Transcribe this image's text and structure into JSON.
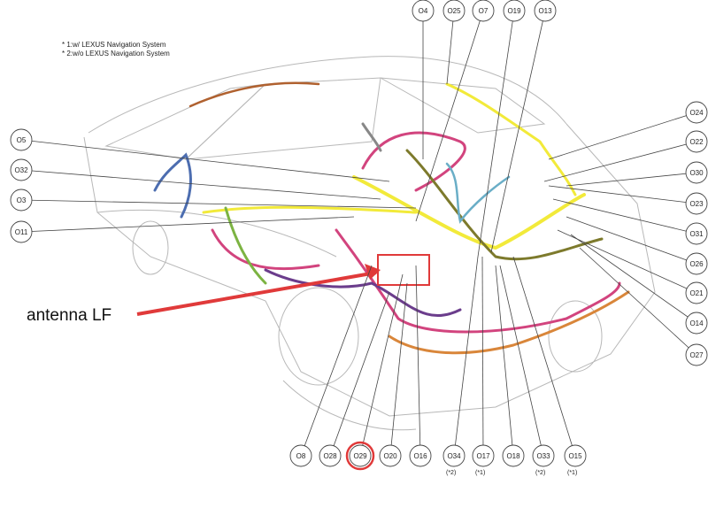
{
  "notes": {
    "line1": "* 1:w/ LEXUS Navigation System",
    "line2": "* 2:w/o LEXUS Navigation System"
  },
  "highlight_label": "antenna LF",
  "callouts_top": [
    "O4",
    "O25",
    "O7",
    "O19",
    "O13"
  ],
  "callouts_left": [
    "O5",
    "O32",
    "O3",
    "O11"
  ],
  "callouts_right": [
    "O24",
    "O22",
    "O30",
    "O23",
    "O31",
    "O26",
    "O21",
    "O14",
    "O27"
  ],
  "callouts_bottom": [
    {
      "id": "O8",
      "note": ""
    },
    {
      "id": "O28",
      "note": ""
    },
    {
      "id": "O29",
      "note": ""
    },
    {
      "id": "O20",
      "note": ""
    },
    {
      "id": "O16",
      "note": ""
    },
    {
      "id": "O34",
      "note": "(*2)"
    },
    {
      "id": "O17",
      "note": "(*1)"
    },
    {
      "id": "O18",
      "note": ""
    },
    {
      "id": "O33",
      "note": "(*2)"
    },
    {
      "id": "O15",
      "note": "(*1)"
    }
  ],
  "highlighted_callout": "O29",
  "colors": {
    "outline": "#444444",
    "body": "#b8b8b8",
    "highlight": "#e03a3a",
    "harness_yellow": "#f2ea3a",
    "harness_pink": "#d2447e",
    "harness_purple": "#6b3d8c",
    "harness_olive": "#7d7a2c",
    "harness_blue": "#4c6db0",
    "harness_teal": "#6aaec7",
    "harness_orange": "#d9863a",
    "harness_green": "#7cb342",
    "harness_brown": "#b0612f"
  }
}
